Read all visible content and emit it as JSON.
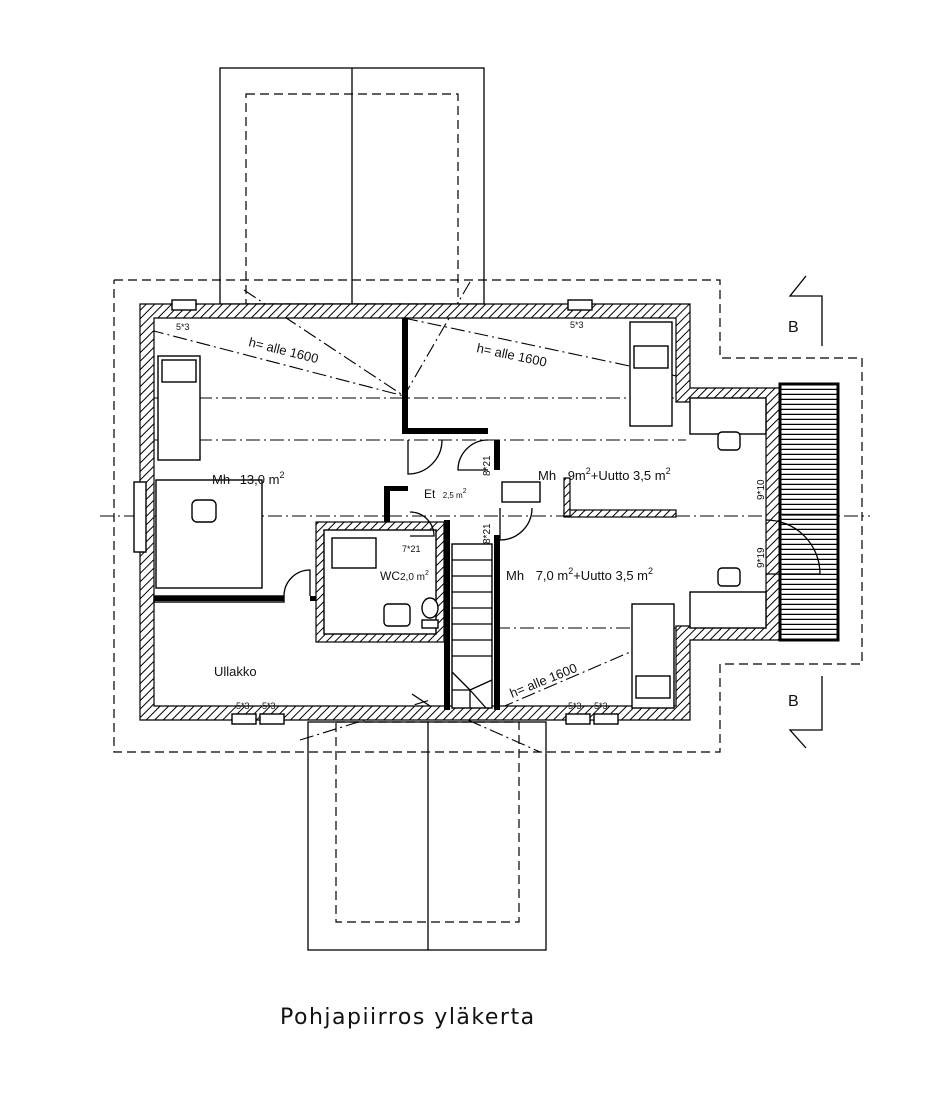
{
  "caption": "Pohjapiirros yläkerta",
  "section_marks": {
    "top": "B",
    "bottom": "B"
  },
  "rooms": {
    "mh_large": {
      "name": "Mh",
      "area": "13,0 m",
      "sup": "2"
    },
    "mh_ne": {
      "name": "Mh",
      "area": "9m",
      "sup1": "2",
      "extra": "+Uutto 3,5 m",
      "sup2": "2"
    },
    "mh_se": {
      "name": "Mh",
      "area": "7,0 m",
      "sup1": "2",
      "extra": "+Uutto 3,5 m",
      "sup2": "2"
    },
    "hall": {
      "name": "Et",
      "area": "2,5 m",
      "sup": "2"
    },
    "wc": {
      "name": "WC",
      "area": "2,0 m",
      "sup": "2"
    },
    "attic": {
      "name": "Ullakko"
    }
  },
  "height_notes": {
    "nw": "h= alle 1600",
    "n": "h= alle 1600",
    "se": "h= alle 1600"
  },
  "window_labels": {
    "nw": "5*3",
    "n": "5*3",
    "sw_a": "5*3",
    "sw_b": "5*3",
    "se_a": "5*3",
    "se_b": "5*3"
  },
  "door_labels": {
    "hall_right": "8*21",
    "stair_top": "8*21",
    "wc": "7*21",
    "ne_balcony": "9*10",
    "se_balcony": "9*19"
  }
}
